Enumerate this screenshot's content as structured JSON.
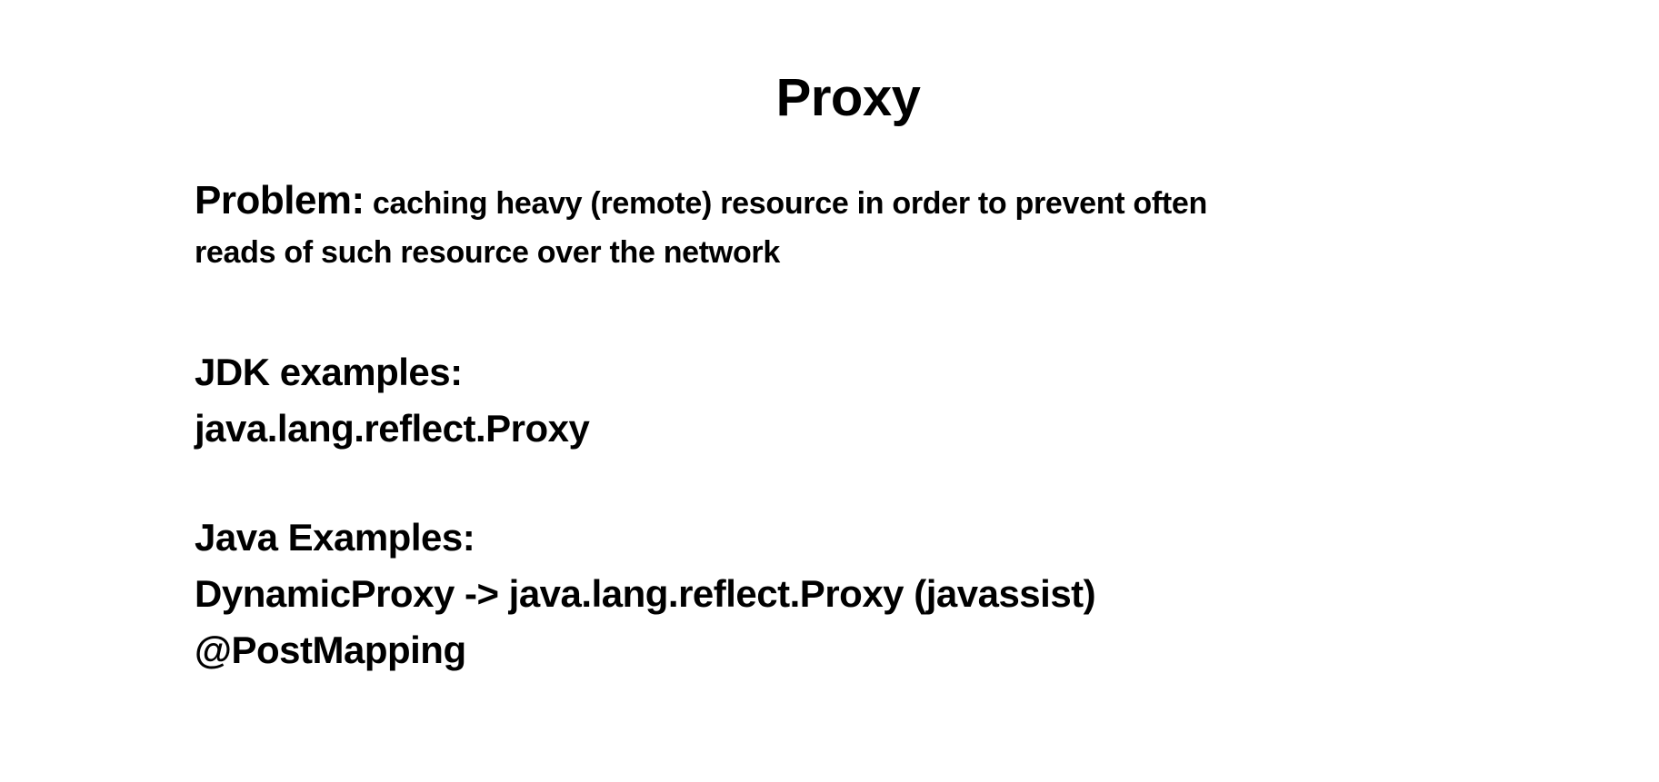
{
  "slide": {
    "title": "Proxy",
    "problem": {
      "label": "Problem:",
      "text_line1": "caching heavy (remote) resource in order to prevent often",
      "text_line2": "reads of such resource over the network"
    },
    "jdk_examples": {
      "heading": "JDK examples:",
      "items": [
        "java.lang.reflect.Proxy"
      ]
    },
    "java_examples": {
      "heading": "Java Examples:",
      "items": [
        "DynamicProxy -> java.lang.reflect.Proxy (javassist)",
        "@PostMapping"
      ]
    }
  }
}
